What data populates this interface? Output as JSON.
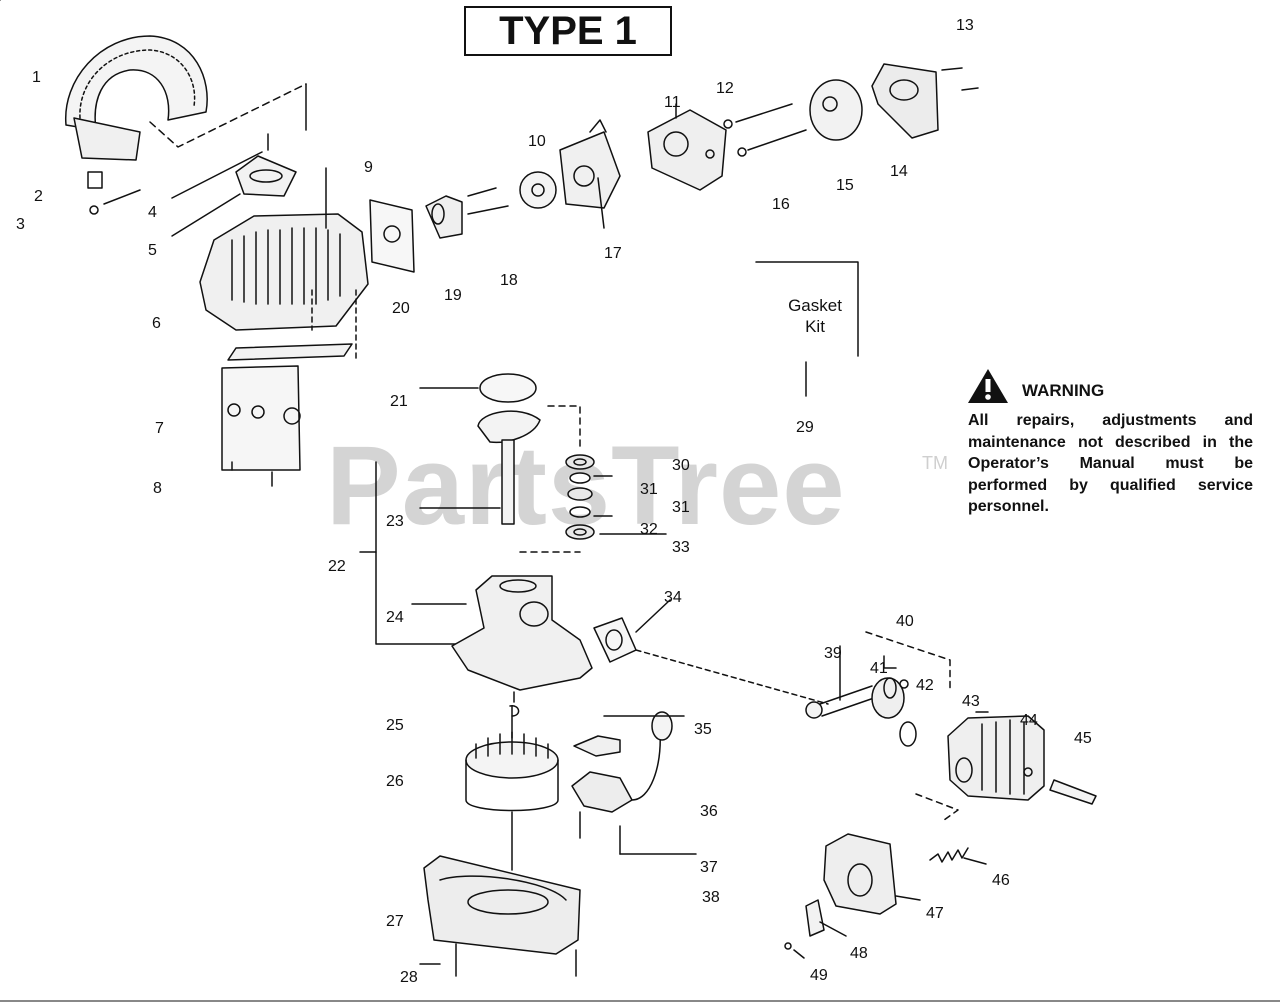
{
  "title": "TYPE 1",
  "watermark": "PartsTree",
  "trademark": "TM",
  "gasket_kit": {
    "line1": "Gasket",
    "line2": "Kit"
  },
  "warning": {
    "heading": "WARNING",
    "body": "All repairs, adjustments and maintenance not described in the Operator’s Manual must be performed by qualified service personnel."
  },
  "part_numbers": [
    "1",
    "2",
    "3",
    "4",
    "5",
    "6",
    "7",
    "8",
    "9",
    "10",
    "11",
    "12",
    "13",
    "14",
    "15",
    "16",
    "17",
    "18",
    "19",
    "20",
    "21",
    "22",
    "23",
    "24",
    "25",
    "26",
    "27",
    "28",
    "29",
    "30",
    "31",
    "31",
    "32",
    "33",
    "34",
    "35",
    "36",
    "37",
    "38",
    "39",
    "40",
    "41",
    "42",
    "43",
    "44",
    "45",
    "46",
    "47",
    "48",
    "49"
  ],
  "colors": {
    "ink": "#111111",
    "watermark": "#d4d4d4",
    "background": "#ffffff"
  }
}
